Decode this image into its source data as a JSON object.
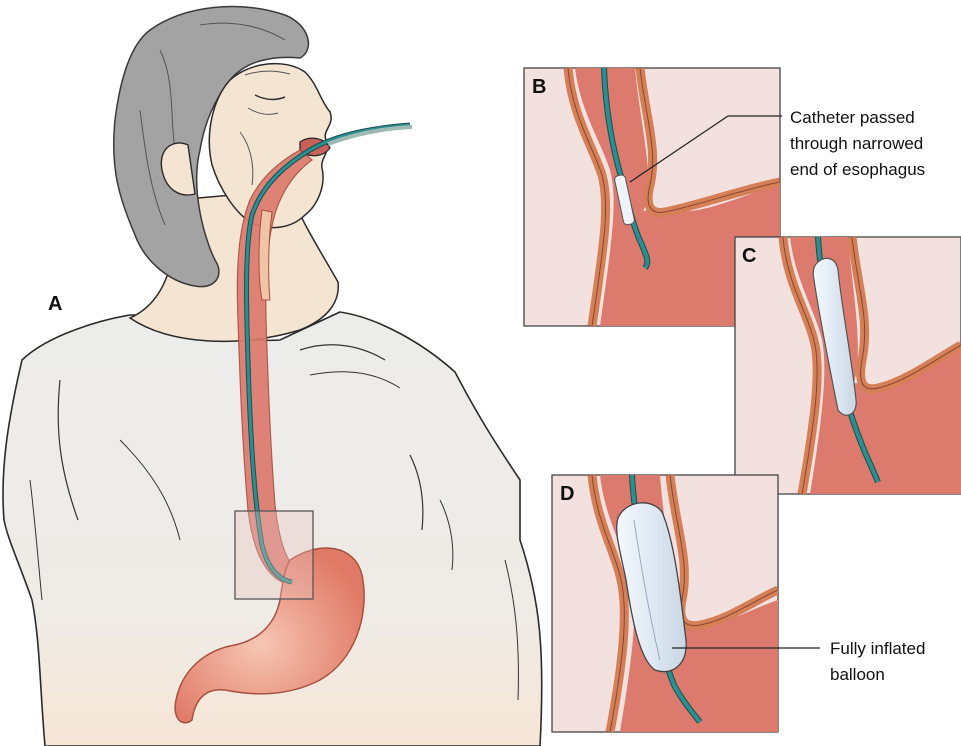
{
  "labels": {
    "panel_a": "A",
    "panel_b": "B",
    "panel_c": "C",
    "panel_d": "D"
  },
  "callouts": {
    "catheter": [
      "Catheter passed",
      "through narrowed",
      "end of esophagus"
    ],
    "balloon": [
      "Fully inflated",
      "balloon"
    ]
  },
  "colors": {
    "tissue": "#dd7a6e",
    "wall": "#d57f57",
    "wall_light": "#f1c4a6",
    "panel_bg": "#f2e1df",
    "catheter": "#2a8f90",
    "balloon": "#e6eef7",
    "skin": "#f4e4d2",
    "hair": "#a3a3a3",
    "shirt": "#ebebea"
  }
}
